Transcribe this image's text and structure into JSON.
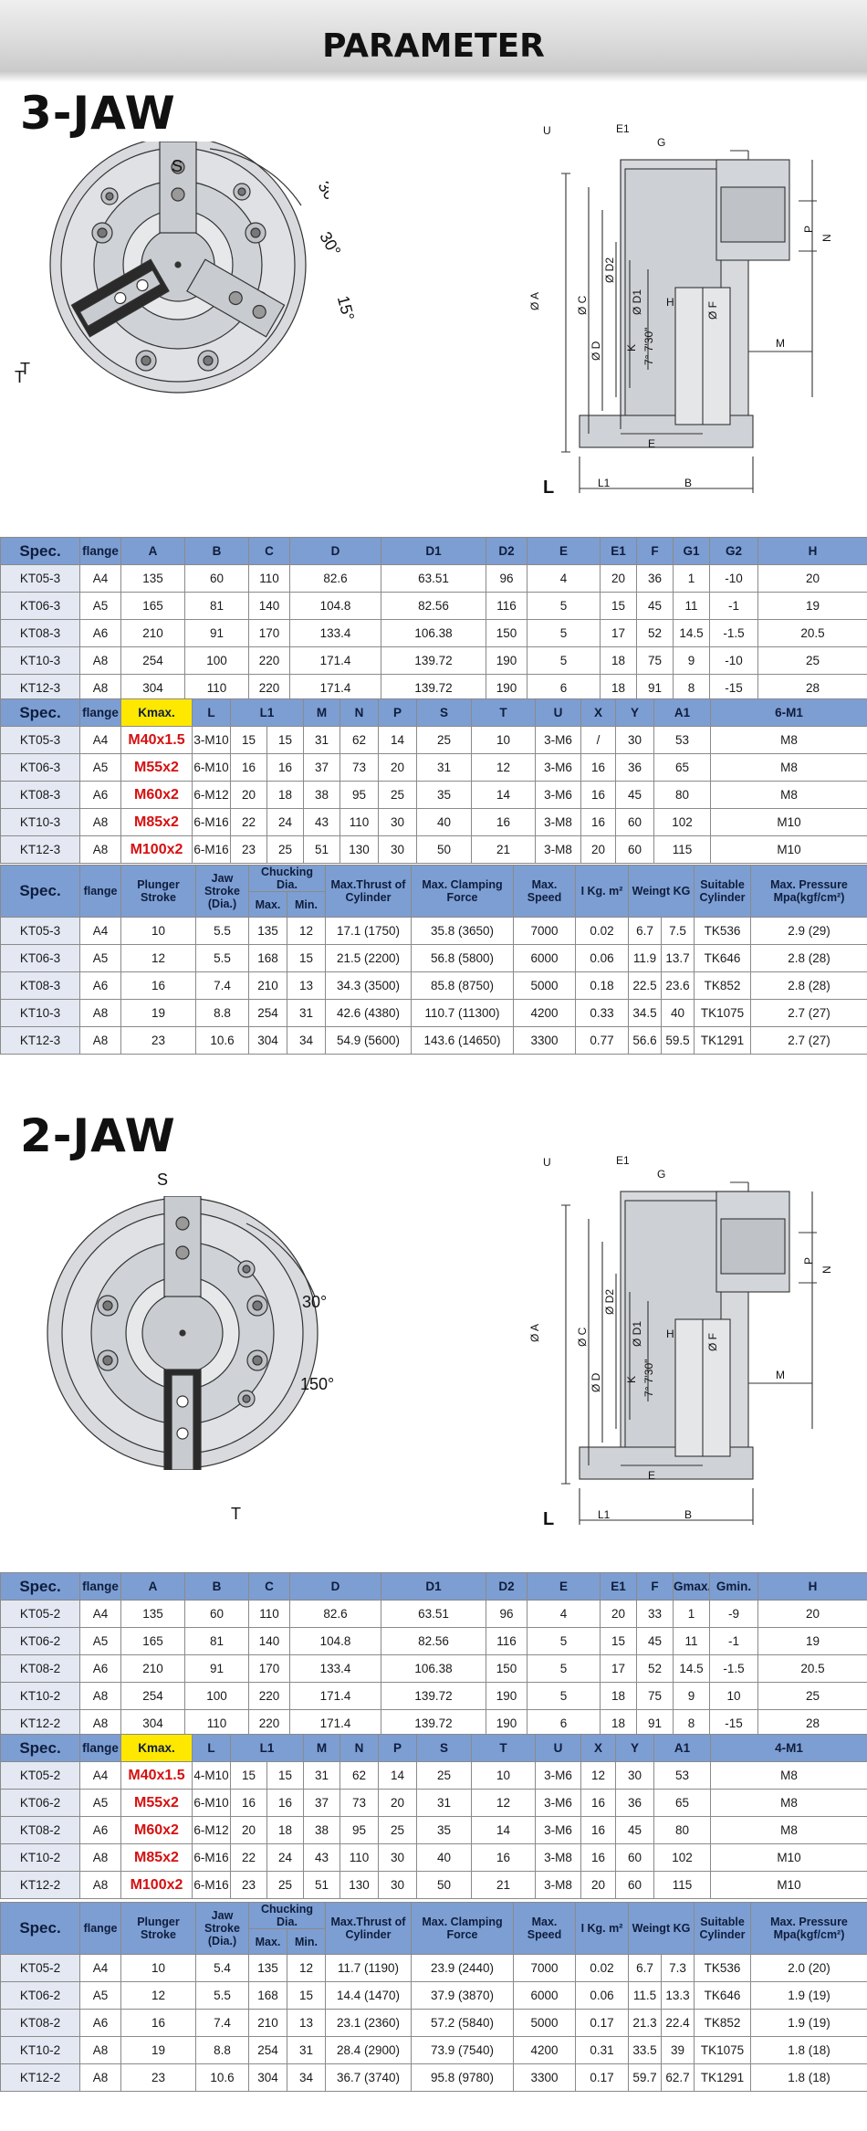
{
  "header": {
    "title": "PARAMETER"
  },
  "sections": [
    {
      "title": "3-JAW",
      "front_view": {
        "s": "S",
        "angle1": "30°",
        "angle2": "15°",
        "t": "T"
      },
      "side_view": {
        "dims": {
          "U": "U",
          "E1": "E1",
          "G": "G",
          "P": "P",
          "N": "N",
          "D2": "Ø D2",
          "D1": "Ø D1",
          "A": "Ø A",
          "C": "Ø C",
          "D": "Ø D",
          "K": "K",
          "taper": "7° 7'30\"",
          "H": "H",
          "F": "Ø F",
          "M": "M",
          "E": "E",
          "L": "L",
          "L1": "L1",
          "B": "B"
        }
      },
      "table": {
        "h1": [
          "Spec.",
          "flange",
          "A",
          "B",
          "C",
          "D",
          "D1",
          "D2",
          "E",
          "E1",
          "F",
          "G1",
          "G2",
          "H"
        ],
        "r1": [
          [
            "KT05-3",
            "A4",
            "135",
            "60",
            "110",
            "82.6",
            "63.51",
            "96",
            "4",
            "20",
            "36",
            "1",
            "-10",
            "20"
          ],
          [
            "KT06-3",
            "A5",
            "165",
            "81",
            "140",
            "104.8",
            "82.56",
            "116",
            "5",
            "15",
            "45",
            "11",
            "-1",
            "19"
          ],
          [
            "KT08-3",
            "A6",
            "210",
            "91",
            "170",
            "133.4",
            "106.38",
            "150",
            "5",
            "17",
            "52",
            "14.5",
            "-1.5",
            "20.5"
          ],
          [
            "KT10-3",
            "A8",
            "254",
            "100",
            "220",
            "171.4",
            "139.72",
            "190",
            "5",
            "18",
            "75",
            "9",
            "-10",
            "25"
          ],
          [
            "KT12-3",
            "A8",
            "304",
            "110",
            "220",
            "171.4",
            "139.72",
            "190",
            "6",
            "18",
            "91",
            "8",
            "-15",
            "28"
          ]
        ],
        "h2": [
          "Spec.",
          "flange",
          "Kmax.",
          "L",
          "L1",
          "M",
          "N",
          "P",
          "S",
          "T",
          "U",
          "X",
          "Y",
          "A1",
          "6-M1"
        ],
        "r2": [
          [
            "KT05-3",
            "A4",
            "M40x1.5",
            "3-M10",
            "15",
            "15",
            "31",
            "62",
            "14",
            "25",
            "10",
            "3-M6",
            "/",
            "30",
            "53",
            "M8"
          ],
          [
            "KT06-3",
            "A5",
            "M55x2",
            "6-M10",
            "16",
            "16",
            "37",
            "73",
            "20",
            "31",
            "12",
            "3-M6",
            "16",
            "36",
            "65",
            "M8"
          ],
          [
            "KT08-3",
            "A6",
            "M60x2",
            "6-M12",
            "20",
            "18",
            "38",
            "95",
            "25",
            "35",
            "14",
            "3-M6",
            "16",
            "45",
            "80",
            "M8"
          ],
          [
            "KT10-3",
            "A8",
            "M85x2",
            "6-M16",
            "22",
            "24",
            "43",
            "110",
            "30",
            "40",
            "16",
            "3-M8",
            "16",
            "60",
            "102",
            "M10"
          ],
          [
            "KT12-3",
            "A8",
            "M100x2",
            "6-M16",
            "23",
            "25",
            "51",
            "130",
            "30",
            "50",
            "21",
            "3-M8",
            "20",
            "60",
            "115",
            "M10"
          ]
        ],
        "h3": {
          "spec": "Spec.",
          "flange": "flange",
          "plunger": "Plunger Stroke",
          "jaw": "Jaw Stroke (Dia.)",
          "chucking": "Chucking Dia.",
          "max": "Max.",
          "min": "Min.",
          "thrust": "Max.Thrust of Cylinder",
          "clamp": "Max. Clamping Force",
          "speed": "Max. Speed",
          "inertia": "I Kg. m²",
          "weight": "Weingt KG",
          "cyl": "Suitable Cylinder",
          "pressure": "Max. Pressure Mpa(kgf/cm²)"
        },
        "r3": [
          [
            "KT05-3",
            "A4",
            "10",
            "5.5",
            "135",
            "12",
            "17.1  (1750)",
            "35.8  (3650)",
            "7000",
            "0.02",
            "6.7",
            "7.5",
            "TK536",
            "2.9 (29)"
          ],
          [
            "KT06-3",
            "A5",
            "12",
            "5.5",
            "168",
            "15",
            "21.5  (2200)",
            "56.8  (5800)",
            "6000",
            "0.06",
            "11.9",
            "13.7",
            "TK646",
            "2.8 (28)"
          ],
          [
            "KT08-3",
            "A6",
            "16",
            "7.4",
            "210",
            "13",
            "34.3  (3500)",
            "85.8  (8750)",
            "5000",
            "0.18",
            "22.5",
            "23.6",
            "TK852",
            "2.8 (28)"
          ],
          [
            "KT10-3",
            "A8",
            "19",
            "8.8",
            "254",
            "31",
            "42.6  (4380)",
            "110.7  (11300)",
            "4200",
            "0.33",
            "34.5",
            "40",
            "TK1075",
            "2.7 (27)"
          ],
          [
            "KT12-3",
            "A8",
            "23",
            "10.6",
            "304",
            "34",
            "54.9  (5600)",
            "143.6  (14650)",
            "3300",
            "0.77",
            "56.6",
            "59.5",
            "TK1291",
            "2.7 (27)"
          ]
        ]
      }
    },
    {
      "title": "2-JAW",
      "front_view": {
        "s": "S",
        "angle1": "30°",
        "angle2": "150°",
        "t": "T"
      },
      "side_view": {
        "dims": {
          "U": "U",
          "E1": "E1",
          "G": "G",
          "P": "P",
          "N": "N",
          "D2": "Ø D2",
          "D1": "Ø D1",
          "A": "Ø A",
          "C": "Ø C",
          "D": "Ø D",
          "K": "K",
          "taper": "7° 7'30\"",
          "H": "H",
          "F": "Ø F",
          "M": "M",
          "E": "E",
          "L": "L",
          "L1": "L1",
          "B": "B"
        }
      },
      "table": {
        "h1": [
          "Spec.",
          "flange",
          "A",
          "B",
          "C",
          "D",
          "D1",
          "D2",
          "E",
          "E1",
          "F",
          "Gmax.",
          "Gmin.",
          "H"
        ],
        "r1": [
          [
            "KT05-2",
            "A4",
            "135",
            "60",
            "110",
            "82.6",
            "63.51",
            "96",
            "4",
            "20",
            "33",
            "1",
            "-9",
            "20"
          ],
          [
            "KT06-2",
            "A5",
            "165",
            "81",
            "140",
            "104.8",
            "82.56",
            "116",
            "5",
            "15",
            "45",
            "11",
            "-1",
            "19"
          ],
          [
            "KT08-2",
            "A6",
            "210",
            "91",
            "170",
            "133.4",
            "106.38",
            "150",
            "5",
            "17",
            "52",
            "14.5",
            "-1.5",
            "20.5"
          ],
          [
            "KT10-2",
            "A8",
            "254",
            "100",
            "220",
            "171.4",
            "139.72",
            "190",
            "5",
            "18",
            "75",
            "9",
            "10",
            "25"
          ],
          [
            "KT12-2",
            "A8",
            "304",
            "110",
            "220",
            "171.4",
            "139.72",
            "190",
            "6",
            "18",
            "91",
            "8",
            "-15",
            "28"
          ]
        ],
        "h2": [
          "Spec.",
          "flange",
          "Kmax.",
          "L",
          "L1",
          "M",
          "N",
          "P",
          "S",
          "T",
          "U",
          "X",
          "Y",
          "A1",
          "4-M1"
        ],
        "r2": [
          [
            "KT05-2",
            "A4",
            "M40x1.5",
            "4-M10",
            "15",
            "15",
            "31",
            "62",
            "14",
            "25",
            "10",
            "3-M6",
            "12",
            "30",
            "53",
            "M8"
          ],
          [
            "KT06-2",
            "A5",
            "M55x2",
            "6-M10",
            "16",
            "16",
            "37",
            "73",
            "20",
            "31",
            "12",
            "3-M6",
            "16",
            "36",
            "65",
            "M8"
          ],
          [
            "KT08-2",
            "A6",
            "M60x2",
            "6-M12",
            "20",
            "18",
            "38",
            "95",
            "25",
            "35",
            "14",
            "3-M6",
            "16",
            "45",
            "80",
            "M8"
          ],
          [
            "KT10-2",
            "A8",
            "M85x2",
            "6-M16",
            "22",
            "24",
            "43",
            "110",
            "30",
            "40",
            "16",
            "3-M8",
            "16",
            "60",
            "102",
            "M10"
          ],
          [
            "KT12-2",
            "A8",
            "M100x2",
            "6-M16",
            "23",
            "25",
            "51",
            "130",
            "30",
            "50",
            "21",
            "3-M8",
            "20",
            "60",
            "115",
            "M10"
          ]
        ],
        "h3": {
          "spec": "Spec.",
          "flange": "flange",
          "plunger": "Plunger Stroke",
          "jaw": "Jaw Stroke (Dia.)",
          "chucking": "Chucking Dia.",
          "max": "Max.",
          "min": "Min.",
          "thrust": "Max.Thrust of Cylinder",
          "clamp": "Max. Clamping Force",
          "speed": "Max. Speed",
          "inertia": "I Kg. m²",
          "weight": "Weingt KG",
          "cyl": "Suitable Cylinder",
          "pressure": "Max. Pressure Mpa(kgf/cm²)"
        },
        "r3": [
          [
            "KT05-2",
            "A4",
            "10",
            "5.4",
            "135",
            "12",
            "11.7  (1190)",
            "23.9  (2440)",
            "7000",
            "0.02",
            "6.7",
            "7.3",
            "TK536",
            "2.0 (20)"
          ],
          [
            "KT06-2",
            "A5",
            "12",
            "5.5",
            "168",
            "15",
            "14.4  (1470)",
            "37.9  (3870)",
            "6000",
            "0.06",
            "11.5",
            "13.3",
            "TK646",
            "1.9 (19)"
          ],
          [
            "KT08-2",
            "A6",
            "16",
            "7.4",
            "210",
            "13",
            "23.1  (2360)",
            "57.2  (5840)",
            "5000",
            "0.17",
            "21.3",
            "22.4",
            "TK852",
            "1.9 (19)"
          ],
          [
            "KT10-2",
            "A8",
            "19",
            "8.8",
            "254",
            "31",
            "28.4  (2900)",
            "73.9  (7540)",
            "4200",
            "0.31",
            "33.5",
            "39",
            "TK1075",
            "1.8 (18)"
          ],
          [
            "KT12-2",
            "A8",
            "23",
            "10.6",
            "304",
            "34",
            "36.7  (3740)",
            "95.8  (9780)",
            "3300",
            "0.17",
            "59.7",
            "62.7",
            "TK1291",
            "1.8 (18)"
          ]
        ]
      }
    }
  ]
}
